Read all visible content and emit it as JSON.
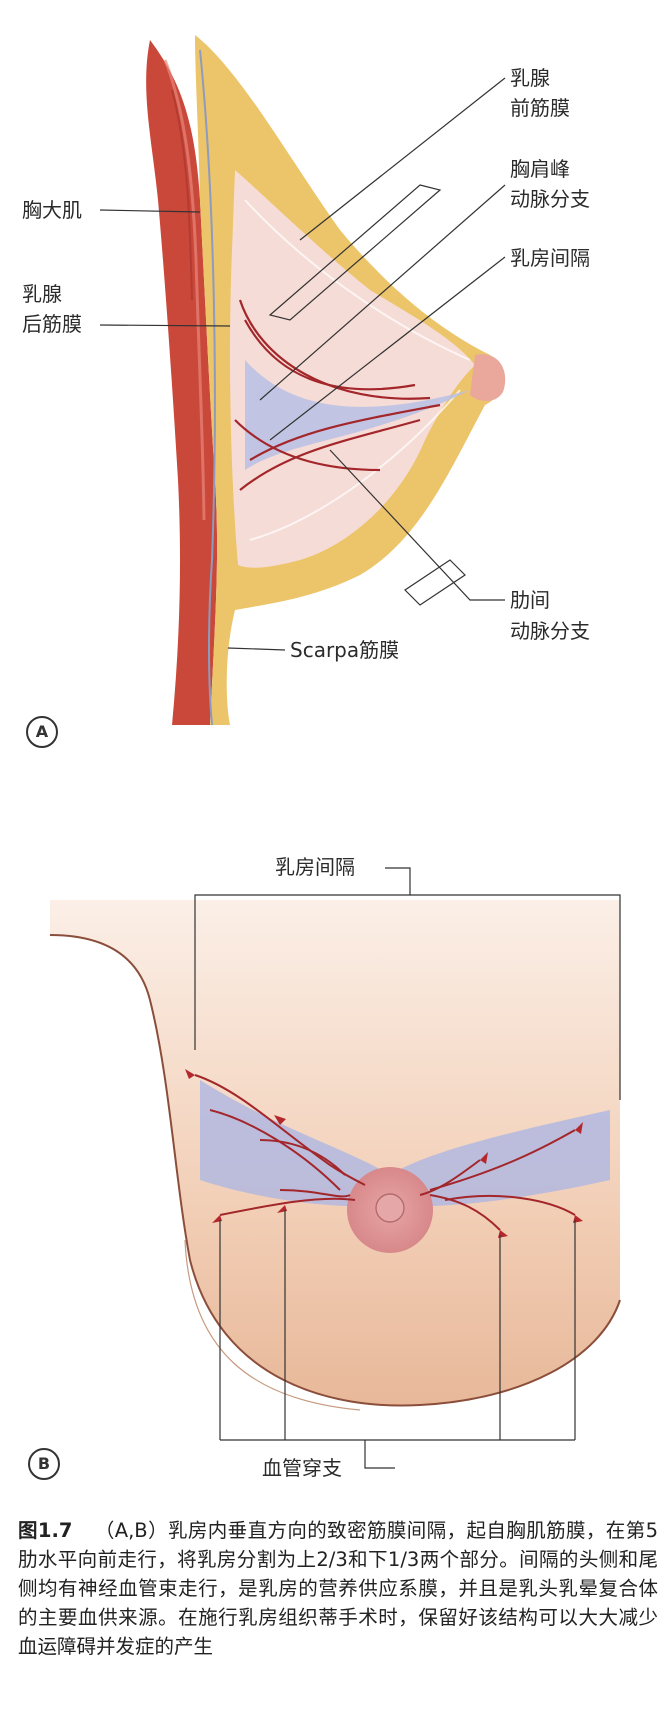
{
  "panel_a": {
    "tag": "A",
    "labels": {
      "pectoralis_major": "胸大肌",
      "retromammary_fascia_1": "乳腺",
      "retromammary_fascia_2": "后筋膜",
      "premammary_fascia_1": "乳腺",
      "premammary_fascia_2": "前筋膜",
      "thoracoacromial_1": "胸肩峰",
      "thoracoacromial_2": "动脉分支",
      "septum": "乳房间隔",
      "intercostal_1": "肋间",
      "intercostal_2": "动脉分支",
      "scarpa": "Scarpa筋膜"
    }
  },
  "panel_b": {
    "tag": "B",
    "labels": {
      "septum": "乳房间隔",
      "perforators": "血管穿支"
    }
  },
  "caption": {
    "number": "图1.7",
    "text": "（A,B）乳房内垂直方向的致密筋膜间隔，起自胸肌筋膜，在第5肋水平向前走行，将乳房分割为上2/3和下1/3两个部分。间隔的头侧和尾侧均有神经血管束走行，是乳房的营养供应系膜，并且是乳头乳晕复合体的主要血供来源。在施行乳房组织蒂手术时，保留好该结构可以大大减少血运障碍并发症的产生"
  },
  "colors": {
    "muscle": "#c9483a",
    "fat": "#ecc46a",
    "gland": "#f6dcd6",
    "vessel": "#a3262a",
    "skin": "#efc6ab",
    "septum_blue": "#9aa6d8",
    "leader": "#333333"
  }
}
